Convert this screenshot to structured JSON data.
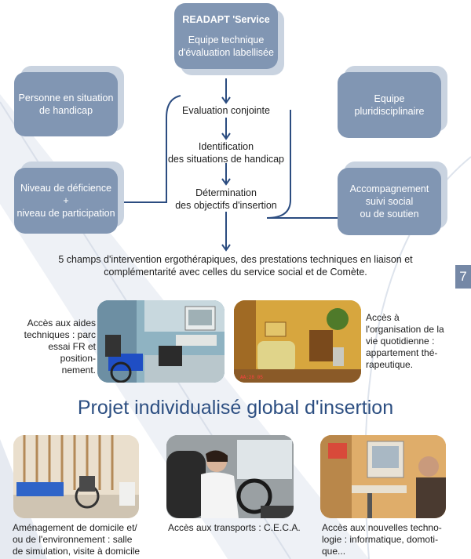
{
  "top_box": {
    "title": "READAPT 'Service",
    "line1": "Equipe technique",
    "line2": "d'évaluation labellisée"
  },
  "left_box1": {
    "line1": "Personne en situation",
    "line2": "de handicap"
  },
  "left_box2": {
    "line1": "Niveau de déficience",
    "line2": "+",
    "line3": "niveau de participation"
  },
  "right_box1": {
    "line1": "Equipe",
    "line2": "pluridisciplinaire"
  },
  "right_box2": {
    "line1": "Accompagnement",
    "line2": "suivi social",
    "line3": "ou de soutien"
  },
  "flow": {
    "step1": "Evaluation conjointe",
    "step2_line1": "Identification",
    "step2_line2": "des situations de handicap",
    "step3_line1": "Détermination",
    "step3_line2": "des objectifs d'insertion"
  },
  "champs": {
    "line1": "5 champs d'intervention ergothérapiques, des prestations techniques en liaison et",
    "line2": "complémentarité avec celles du service social et de Comète."
  },
  "captions": {
    "aides": [
      "Accès aux aides",
      "techniques : parc",
      "essai FR et position-",
      "nement."
    ],
    "organisation": [
      "Accès à",
      "l'organisation de la",
      "vie quotidienne :",
      "appartement thé-",
      "rapeutique."
    ],
    "domicile": [
      "Aménagement de domicile et/",
      "ou de l'environnement : salle",
      "de simulation, visite à domicile"
    ],
    "transports": [
      "Accès aux transports : C.E.C.A."
    ],
    "technologie": [
      "Accès aux nouvelles techno-",
      "logie : informatique, domoti-",
      "que..."
    ]
  },
  "title": "Projet individualisé global d'insertion",
  "page_number": "7",
  "photo_stamp": "AA:28  05",
  "icons": [
    "flow-arrow-icon"
  ],
  "colors": {
    "box": "#8196b3",
    "box_back": "#c9d3e0",
    "title": "#2d4f82",
    "line": "#2b4c80"
  }
}
